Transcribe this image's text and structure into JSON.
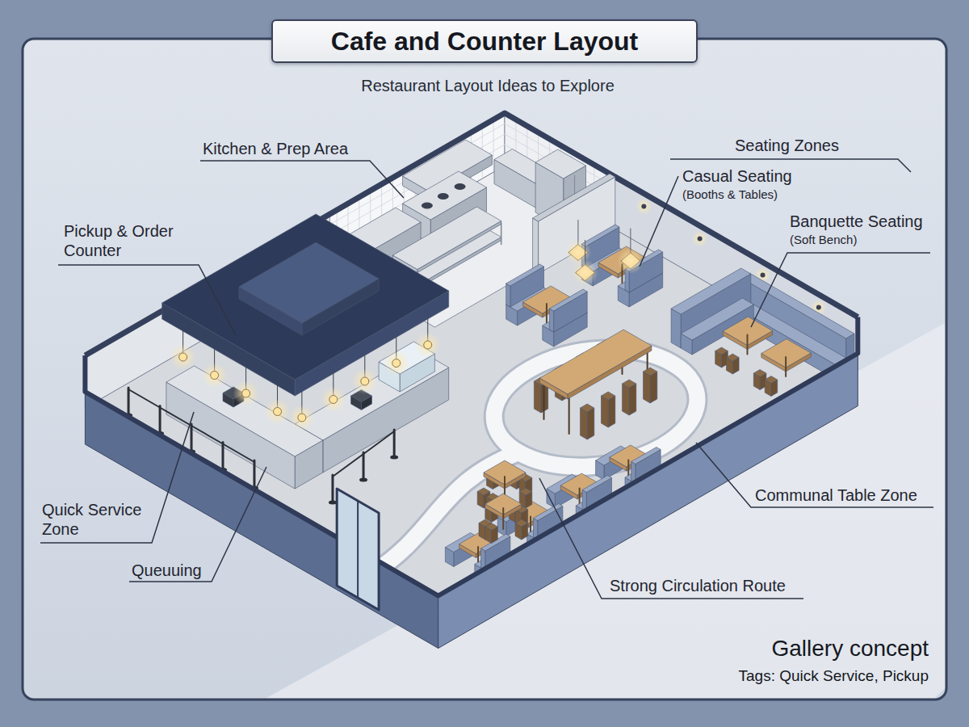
{
  "diagram": {
    "title": "Cafe and Counter Layout",
    "labels": [
      "Restaurant Layout Ideas to Explore",
      "Kitchen & Prep Area",
      "Pickup & Order Counter",
      "Seating Zones",
      "Casual Seating",
      "(Booths & Tables)",
      "Banquette Seating",
      "(Soft Bench)",
      "Quick Service Zone",
      "Queuuing",
      "Communal Table Zone",
      "Strong Circulation Route",
      "Gallery concept",
      "Tags: Quick Service, Pickup"
    ]
  }
}
